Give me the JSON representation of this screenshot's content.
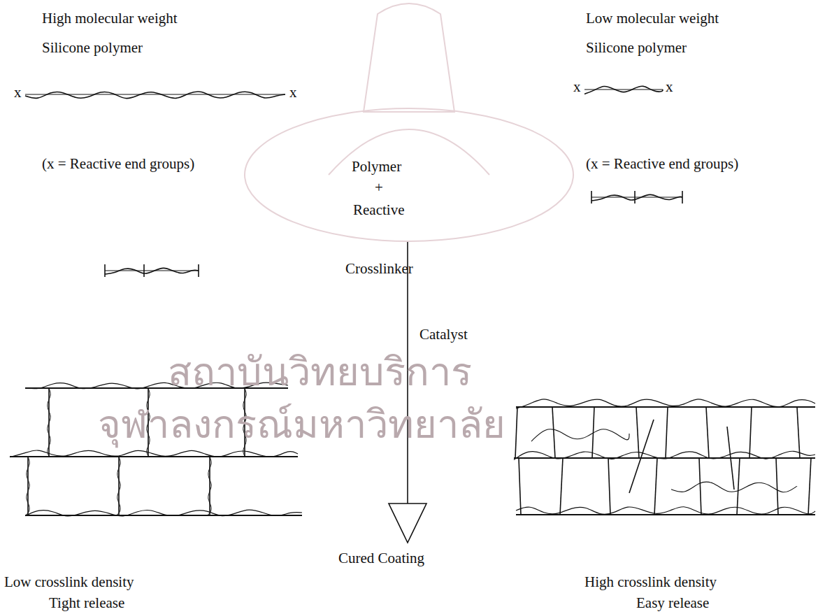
{
  "diagram": {
    "labels": [
      "High molecular weight",
      "Silicone polymer",
      "Low molecular weight",
      "Silicone polymer",
      "x",
      "x",
      "x",
      "x",
      "(x = Reactive end groups)",
      "Polymer",
      "+",
      "(x = Reactive end groups)",
      "Reactive",
      "Crosslinker",
      "Catalyst",
      "Cured Coating",
      "Low crosslink density",
      "Tight release",
      "High crosslink density",
      "Easy release",
      "สถาบันวิทยบริการ",
      "จุฬาลงกรณ์มหาวิทยาลัย"
    ]
  }
}
